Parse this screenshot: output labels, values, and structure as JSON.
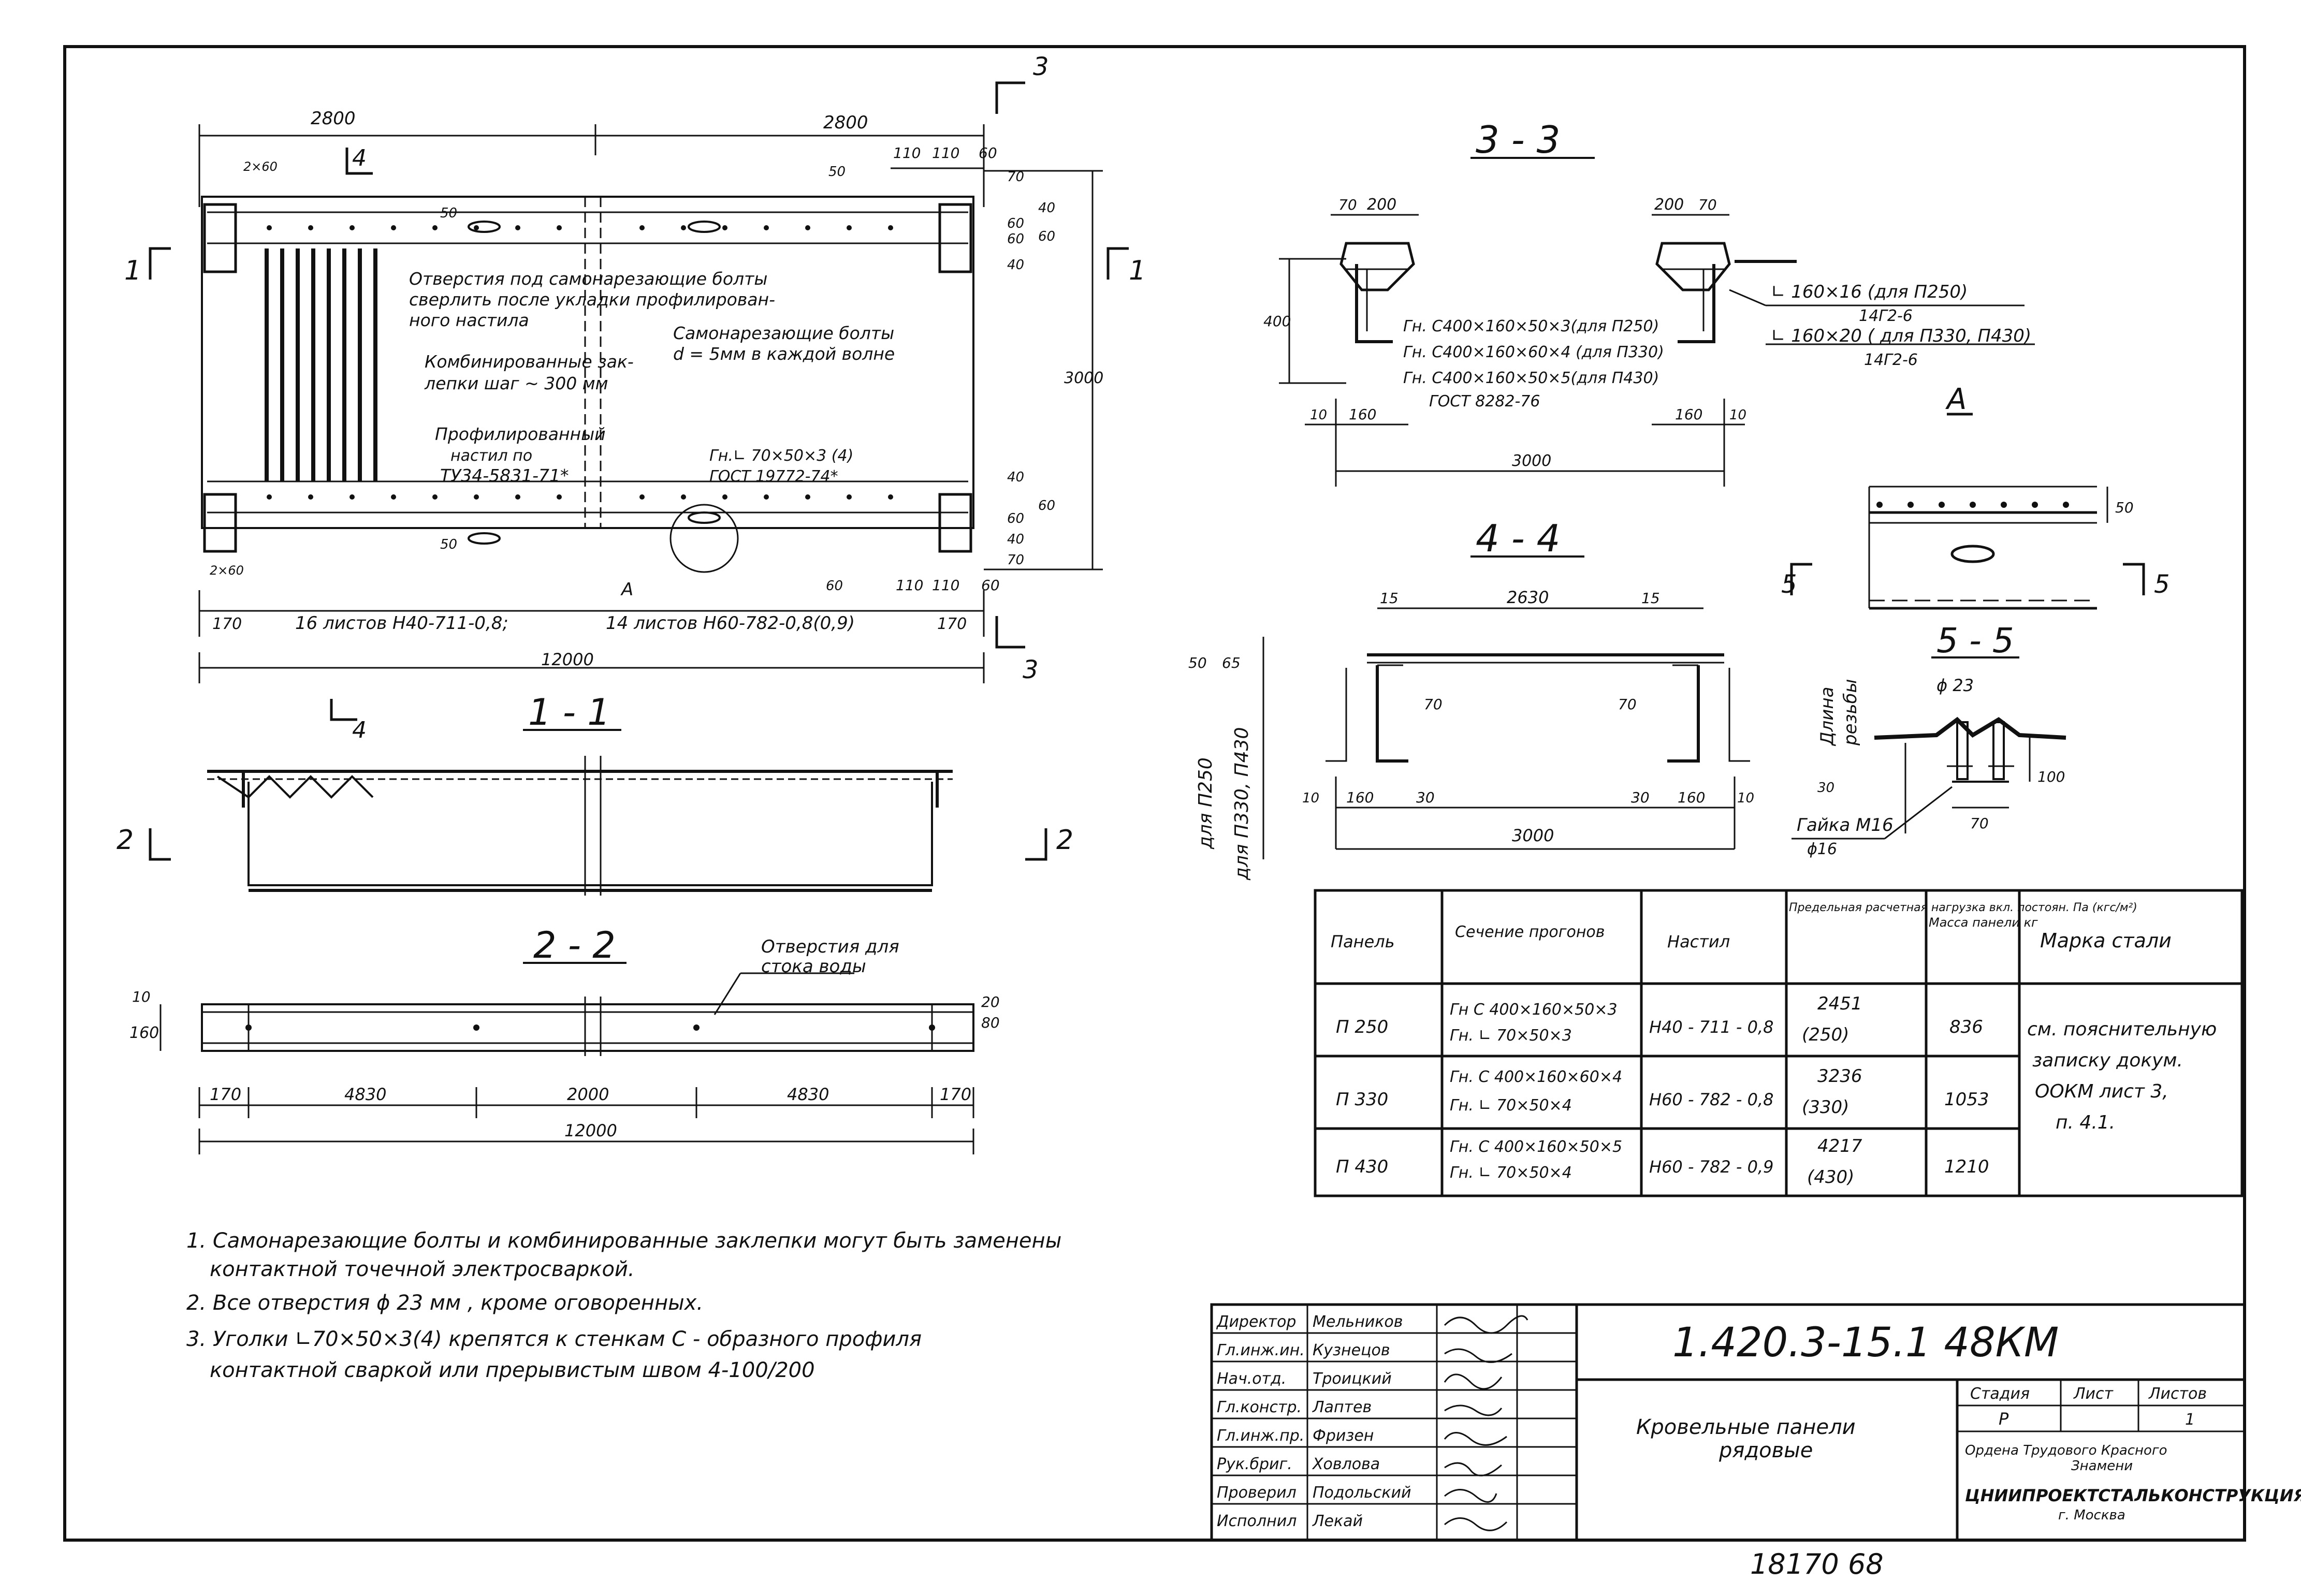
{
  "plan": {
    "dim_2800_left": "2800",
    "dim_2800_right": "2800",
    "dim_110_a": "110",
    "dim_110_b": "110",
    "dim_60_top": "60",
    "dim_70_top": "70",
    "dim_40_top": "40",
    "dim_60_a": "60",
    "dim_60_b": "60",
    "dim_40_b": "40",
    "dim_60_mid": "60",
    "dim_3000": "3000",
    "dim_40_low": "40",
    "dim_60_low": "60",
    "dim_60_low2": "60",
    "dim_40_low2": "40",
    "dim_70_low": "70",
    "dim_60_bot": "60",
    "dim_110_c": "110",
    "dim_110_d": "110",
    "dim_60_e": "60",
    "dim_50_a": "50",
    "dim_50_b": "50",
    "dim_50_c": "50",
    "dim_2x60_top": "2×60",
    "dim_2x60_bot": "2×60",
    "dim_170_left": "170",
    "dim_170_right": "170",
    "sheets_left": "16 листов  Н40-711-0,8;",
    "sheets_right": "14 листов  Н60-782-0,8(0,9)",
    "dim_12000": "12000",
    "note_holes_1": "Отверстия под самонарезающие болты",
    "note_holes_2": "сверлить после укладки профилирован-",
    "note_holes_3": "ного настила",
    "note_bolts_1": "Самонарезающие болты",
    "note_bolts_2": "d = 5мм в каждой волне",
    "note_rivets_1": "Комбинированные зак-",
    "note_rivets_2": "лепки шаг ~ 300 мм",
    "note_deck_1": "Профилированный",
    "note_deck_2": "настил по",
    "note_deck_3": "ТУ34-5831-71*",
    "note_angle_1": "Гн.∟ 70×50×3 (4)",
    "note_angle_2": "ГОСТ 19772-74*",
    "marker_A": "А",
    "cut_1_left": "1",
    "cut_1_right": "1",
    "cut_3_top": "3",
    "cut_3_bottom": "3",
    "cut_4": "4"
  },
  "section_1_1": {
    "title": "1 - 1",
    "cut_2_left": "2",
    "cut_2_right": "2",
    "cut_4": "4"
  },
  "section_2_2": {
    "title": "2 - 2",
    "note_1": "Отверстия для",
    "note_2": "стока воды",
    "dim_10": "10",
    "dim_160": "160",
    "dim_80": "80",
    "dim_20": "20",
    "dims": [
      "170",
      "4830",
      "2000",
      "4830",
      "170"
    ],
    "total": "12000"
  },
  "section_3_3": {
    "title": "3 - 3",
    "dim_70_l": "70",
    "dim_200_l": "200",
    "dim_200_r": "200",
    "dim_70_r": "70",
    "dim_400": "400",
    "dim_10_l": "10",
    "dim_160_l": "160",
    "dim_160_r": "160",
    "dim_10_r": "10",
    "dim_3000": "3000",
    "channel_1": "Гн. С400×160×50×3(для П250)",
    "channel_2": "Гн. С400×160×60×4 (для П330)",
    "channel_3": "Гн. С400×160×50×5(для П430)",
    "channel_gost": "ГОСТ 8282-76",
    "angle_1": "∟ 160×16  (для П250)",
    "angle_1_sub": "14Г2-6",
    "angle_2": "∟ 160×20 ( для П330, П430)",
    "angle_2_sub": "14Г2-6"
  },
  "detail_A": {
    "title": "А",
    "dim_50": "50",
    "cut_5_left": "5",
    "cut_5_right": "5"
  },
  "section_4_4": {
    "title": "4 - 4",
    "dim_15_l": "15",
    "dim_2630": "2630",
    "dim_15_r": "15",
    "dim_50": "50",
    "dim_65": "65",
    "dim_70_l": "70",
    "dim_70_r": "70",
    "for_p250": "для П250",
    "for_p330": "для П330, П430",
    "dim_10_l": "10",
    "dim_160_l": "160",
    "dim_30_l": "30",
    "dim_30_r": "30",
    "dim_160_r": "160",
    "dim_10_r": "10",
    "dim_3000": "3000"
  },
  "section_5_5": {
    "title": "5 - 5",
    "dim_d23": "ϕ 23",
    "thread_1": "Длина",
    "thread_2": "резьбы",
    "dim_30": "30",
    "dim_100": "100",
    "dim_70": "70",
    "nut": "Гайка М16",
    "dim_d16": "ϕ16"
  },
  "table": {
    "headers": [
      "Панель",
      "Сечение прогонов",
      "Настил",
      "Предельная расчетная нагрузка вкл. постоян. Па (кгс/м²)",
      "Масса панели кг",
      "Марка стали"
    ],
    "rows": [
      {
        "panel": "П 250",
        "section_1": "Гн С 400×160×50×3",
        "section_2": "Гн. ∟ 70×50×3",
        "deck": "Н40 - 711 - 0,8",
        "load_pa": "2451",
        "load_kgs": "(250)",
        "mass": "836"
      },
      {
        "panel": "П 330",
        "section_1": "Гн. С 400×160×60×4",
        "section_2": "Гн. ∟ 70×50×4",
        "deck": "Н60 - 782 - 0,8",
        "load_pa": "3236",
        "load_kgs": "(330)",
        "mass": "1053"
      },
      {
        "panel": "П 430",
        "section_1": "Гн. С 400×160×50×5",
        "section_2": "Гн. ∟ 70×50×4",
        "deck": "Н60 - 782 - 0,9",
        "load_pa": "4217",
        "load_kgs": "(430)",
        "mass": "1210"
      }
    ],
    "steel_1": "см. пояснительную",
    "steel_2": "записку докум.",
    "steel_3": "ООКМ лист 3,",
    "steel_4": "п. 4.1."
  },
  "notes": [
    "1. Самонарезающие болты и комбинированные заклепки могут быть заменены",
    "контактной точечной электросваркой.",
    "2. Все отверстия ϕ 23 мм , кроме оговоренных.",
    "3. Уголки ∟70×50×3(4) крепятся к стенкам С - образного профиля",
    "контактной сваркой или прерывистым швом 4-100/200"
  ],
  "title_block": {
    "roles": [
      "Директор",
      "Гл.инж.ин.",
      "Нач.отд.",
      "Гл.констр.",
      "Гл.инж.пр.",
      "Рук.бриг.",
      "Проверил",
      "Исполнил"
    ],
    "names": [
      "Мельников",
      "Кузнецов",
      "Троицкий",
      "Лаптев",
      "Фризен",
      "Ховлова",
      "Подольский",
      "Лекай"
    ],
    "doc_code": "1.420.3-15.1 48КМ",
    "doc_title_1": "Кровельные панели",
    "doc_title_2": "рядовые",
    "stage_label": "Стадия",
    "sheet_label": "Лист",
    "sheets_label": "Листов",
    "stage_value": "Р",
    "sheets_value": "1",
    "org_1": "Ордена Трудового Красного",
    "org_2": "Знамени",
    "org_3": "ЦНИИПРОЕКТСТАЛЬКОНСТРУКЦИЯ",
    "org_4": "г. Москва"
  },
  "footer_number": "18170  68"
}
